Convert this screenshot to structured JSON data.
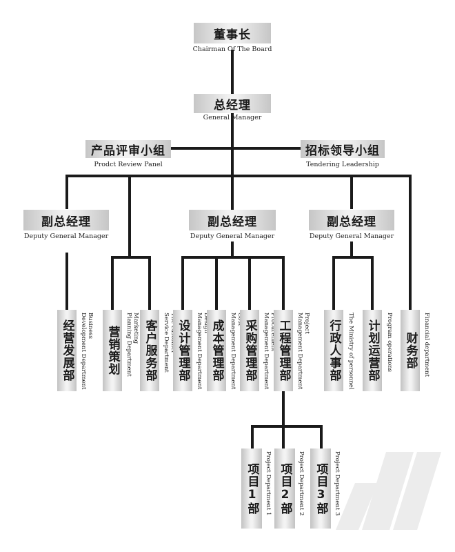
{
  "top": {
    "chairman": {
      "label": "董事长",
      "sub": "Chairman Of The Board"
    },
    "gm": {
      "label": "总经理",
      "sub": "General Manager"
    },
    "review": {
      "label": "产品评审小组",
      "sub": "Prodct Review Panel"
    },
    "tender": {
      "label": "招标领导小组",
      "sub": "Tendering Leadership"
    },
    "dgm_left": {
      "label": "副总经理",
      "sub": "Deputy General Manager"
    },
    "dgm_mid": {
      "label": "副总经理",
      "sub": "Deputy General Manager"
    },
    "dgm_right": {
      "label": "副总经理",
      "sub": "Deputy General Manager"
    }
  },
  "departments": [
    {
      "label": "经营发展部",
      "sub": "Business\nDevelopment Department"
    },
    {
      "label": "营销策划",
      "sub": "Marketing\nPlanning Department"
    },
    {
      "label": "客户服务部",
      "sub": "The customer\nService Department"
    },
    {
      "label": "设计管理部",
      "sub": "Design\nManagement Department"
    },
    {
      "label": "成本管理部",
      "sub": "Cost\nManagement Department"
    },
    {
      "label": "采购管理部",
      "sub": "Procurement\nManagement Department."
    },
    {
      "label": "工程管理部",
      "sub": "Project\nManagement Department"
    },
    {
      "label": "行政人事部",
      "sub": "The Ministry of personnel"
    },
    {
      "label": "计划运营部",
      "sub": "Program operations"
    },
    {
      "label": "财务部",
      "sub": "Financial department"
    }
  ],
  "projects": [
    {
      "label": "项目1部",
      "sub": "Project Department 1"
    },
    {
      "label": "项目2部",
      "sub": "Project Department 2"
    },
    {
      "label": "项目3部",
      "sub": "Project Department 3"
    }
  ]
}
